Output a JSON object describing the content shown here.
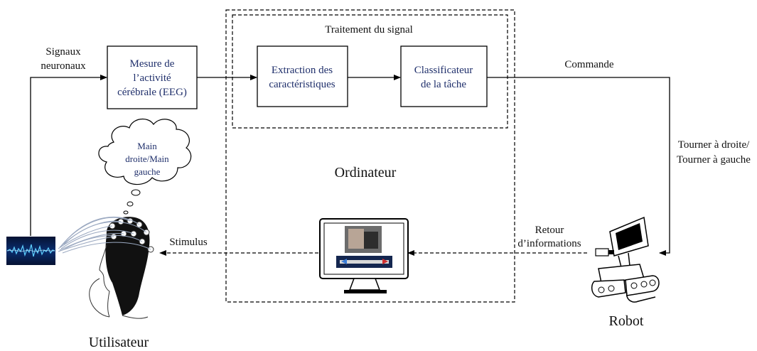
{
  "blocks": {
    "mesure": [
      "Mesure de",
      "l’activité",
      "cérébrale (EEG)"
    ],
    "extraction": [
      "Extraction des",
      "caractéristiques"
    ],
    "classificateur": [
      "Classificateur",
      "de la tâche"
    ]
  },
  "regions": {
    "traitement": "Traitement du signal",
    "ordinateur": "Ordinateur"
  },
  "labels": {
    "signaux": [
      "Signaux",
      "neuronaux"
    ],
    "commande": "Commande",
    "tourner": [
      "Tourner à droite/",
      "Tourner à gauche"
    ],
    "retour": [
      "Retour",
      "d’informations"
    ],
    "stimulus": "Stimulus",
    "robot": "Robot",
    "utilisateur": "Utilisateur"
  },
  "thought": [
    "Main",
    "droite/Main",
    "gauche"
  ]
}
